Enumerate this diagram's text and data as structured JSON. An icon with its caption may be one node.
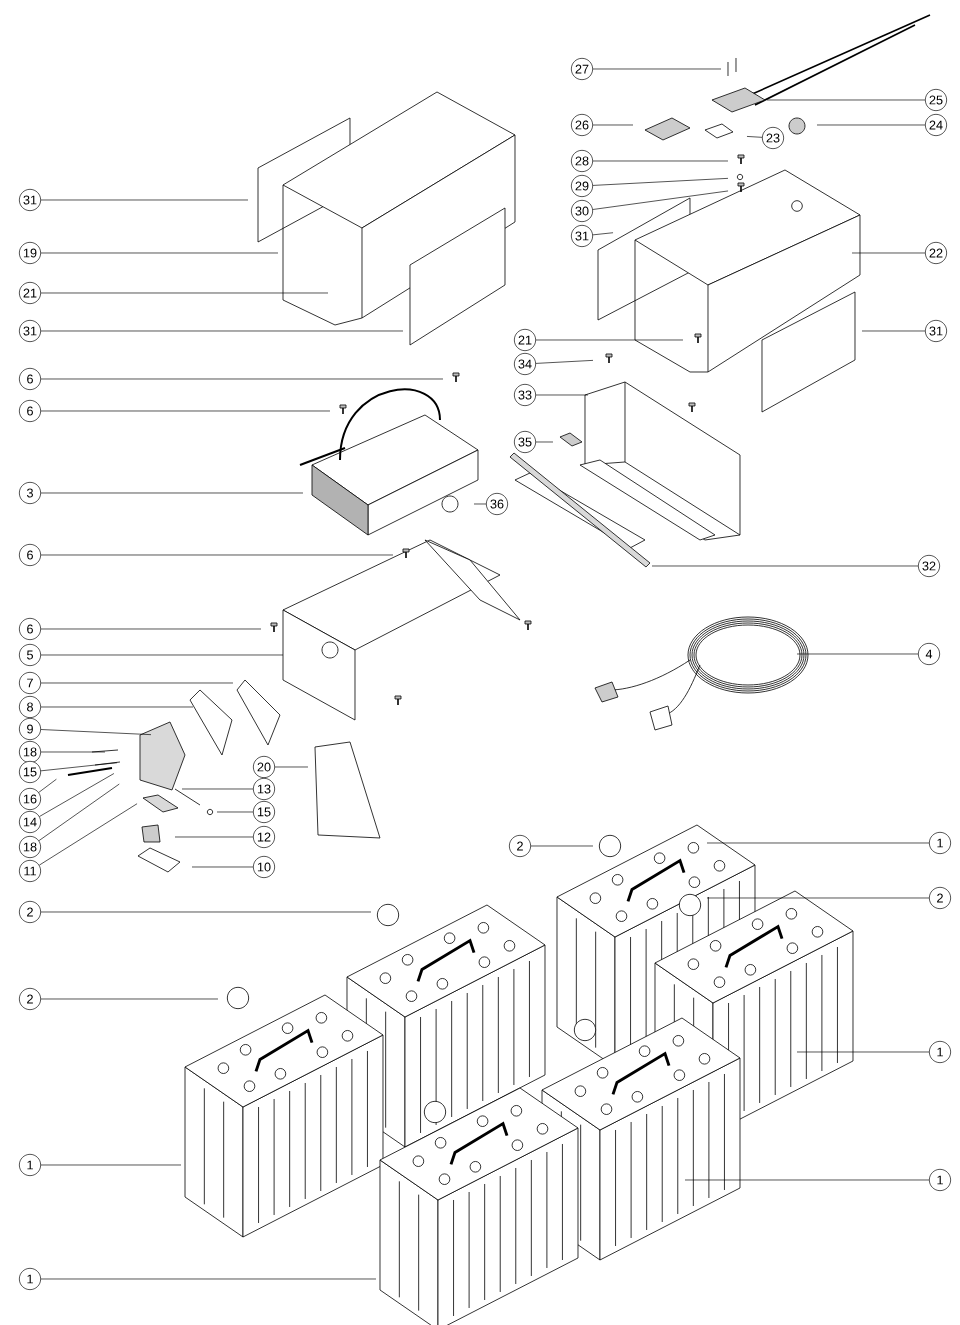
{
  "diagram": {
    "nodes": [
      {
        "text": [
          "31"
        ]
      },
      {
        "text": [
          "19"
        ]
      },
      {
        "text": [
          "21"
        ]
      },
      {
        "text": [
          "31"
        ]
      },
      {
        "text": [
          "6"
        ]
      },
      {
        "text": [
          "6"
        ]
      },
      {
        "text": [
          "3"
        ]
      },
      {
        "text": [
          "6"
        ]
      },
      {
        "text": [
          "6"
        ]
      },
      {
        "text": [
          "5"
        ]
      },
      {
        "text": [
          "7"
        ]
      },
      {
        "text": [
          "8"
        ]
      },
      {
        "text": [
          "9"
        ]
      },
      {
        "text": [
          "18"
        ]
      },
      {
        "text": [
          "15"
        ]
      },
      {
        "text": [
          "16"
        ]
      },
      {
        "text": [
          "14"
        ]
      },
      {
        "text": [
          "18"
        ]
      },
      {
        "text": [
          "11"
        ]
      },
      {
        "text": [
          "20"
        ]
      },
      {
        "text": [
          "13"
        ]
      },
      {
        "text": [
          "15"
        ]
      },
      {
        "text": [
          "12"
        ]
      },
      {
        "text": [
          "10"
        ]
      },
      {
        "text": [
          "2"
        ]
      },
      {
        "text": [
          "2"
        ]
      },
      {
        "text": [
          "1"
        ]
      },
      {
        "text": [
          "1"
        ]
      },
      {
        "text": [
          "27"
        ]
      },
      {
        "text": [
          "25"
        ]
      },
      {
        "text": [
          "26"
        ]
      },
      {
        "text": [
          "23"
        ]
      },
      {
        "text": [
          "24"
        ]
      },
      {
        "text": [
          "28"
        ]
      },
      {
        "text": [
          "29"
        ]
      },
      {
        "text": [
          "30"
        ]
      },
      {
        "text": [
          "31"
        ]
      },
      {
        "text": [
          "22"
        ]
      },
      {
        "text": [
          "21"
        ]
      },
      {
        "text": [
          "31"
        ]
      },
      {
        "text": [
          "34"
        ]
      },
      {
        "text": [
          "33"
        ]
      },
      {
        "text": [
          "35"
        ]
      },
      {
        "text": [
          "36"
        ]
      },
      {
        "text": [
          "32"
        ]
      },
      {
        "text": [
          "4"
        ]
      },
      {
        "text": [
          "2"
        ]
      },
      {
        "text": [
          "1"
        ]
      },
      {
        "text": [
          "2"
        ]
      },
      {
        "text": [
          "1"
        ]
      },
      {
        "text": [
          "1"
        ]
      }
    ],
    "edges": [
      {
        "from": 0,
        "to": null,
        "arrow": "none"
      },
      {
        "from": 1,
        "to": null,
        "arrow": "none"
      },
      {
        "from": 2,
        "to": null,
        "arrow": "none"
      },
      {
        "from": 3,
        "to": null,
        "arrow": "none"
      },
      {
        "from": 4,
        "to": null,
        "arrow": "none"
      },
      {
        "from": 5,
        "to": null,
        "arrow": "none"
      },
      {
        "from": 6,
        "to": null,
        "arrow": "none"
      },
      {
        "from": 7,
        "to": null,
        "arrow": "none"
      },
      {
        "from": 8,
        "to": null,
        "arrow": "none"
      },
      {
        "from": 9,
        "to": null,
        "arrow": "none"
      },
      {
        "from": 10,
        "to": null,
        "arrow": "none"
      },
      {
        "from": 11,
        "to": null,
        "arrow": "none"
      },
      {
        "from": 12,
        "to": null,
        "arrow": "none"
      },
      {
        "from": 13,
        "to": null,
        "arrow": "none"
      },
      {
        "from": 14,
        "to": null,
        "arrow": "none"
      },
      {
        "from": 15,
        "to": null,
        "arrow": "none"
      },
      {
        "from": 16,
        "to": null,
        "arrow": "none"
      },
      {
        "from": 17,
        "to": null,
        "arrow": "none"
      },
      {
        "from": 18,
        "to": null,
        "arrow": "none"
      },
      {
        "from": 19,
        "to": null,
        "arrow": "none"
      },
      {
        "from": 20,
        "to": null,
        "arrow": "none"
      },
      {
        "from": 21,
        "to": null,
        "arrow": "none"
      },
      {
        "from": 22,
        "to": null,
        "arrow": "none"
      },
      {
        "from": 23,
        "to": null,
        "arrow": "none"
      },
      {
        "from": 24,
        "to": null,
        "arrow": "none"
      },
      {
        "from": 25,
        "to": null,
        "arrow": "none"
      },
      {
        "from": 26,
        "to": null,
        "arrow": "none"
      },
      {
        "from": 27,
        "to": null,
        "arrow": "none"
      },
      {
        "from": 28,
        "to": null,
        "arrow": "none"
      },
      {
        "from": 29,
        "to": null,
        "arrow": "none"
      },
      {
        "from": 30,
        "to": null,
        "arrow": "none"
      },
      {
        "from": 31,
        "to": null,
        "arrow": "none"
      },
      {
        "from": 32,
        "to": null,
        "arrow": "none"
      },
      {
        "from": 33,
        "to": null,
        "arrow": "none"
      },
      {
        "from": 34,
        "to": null,
        "arrow": "none"
      },
      {
        "from": 35,
        "to": null,
        "arrow": "none"
      },
      {
        "from": 36,
        "to": null,
        "arrow": "none"
      },
      {
        "from": 37,
        "to": null,
        "arrow": "none"
      },
      {
        "from": 38,
        "to": null,
        "arrow": "none"
      },
      {
        "from": 39,
        "to": null,
        "arrow": "none"
      },
      {
        "from": 40,
        "to": null,
        "arrow": "none"
      },
      {
        "from": 41,
        "to": null,
        "arrow": "none"
      },
      {
        "from": 42,
        "to": null,
        "arrow": "none"
      },
      {
        "from": 43,
        "to": null,
        "arrow": "none"
      },
      {
        "from": 44,
        "to": null,
        "arrow": "none"
      },
      {
        "from": 45,
        "to": null,
        "arrow": "none"
      },
      {
        "from": 46,
        "to": null,
        "arrow": "none"
      },
      {
        "from": 47,
        "to": null,
        "arrow": "none"
      },
      {
        "from": 48,
        "to": null,
        "arrow": "none"
      },
      {
        "from": 49,
        "to": null,
        "arrow": "none"
      },
      {
        "from": 50,
        "to": null,
        "arrow": "none"
      }
    ]
  }
}
